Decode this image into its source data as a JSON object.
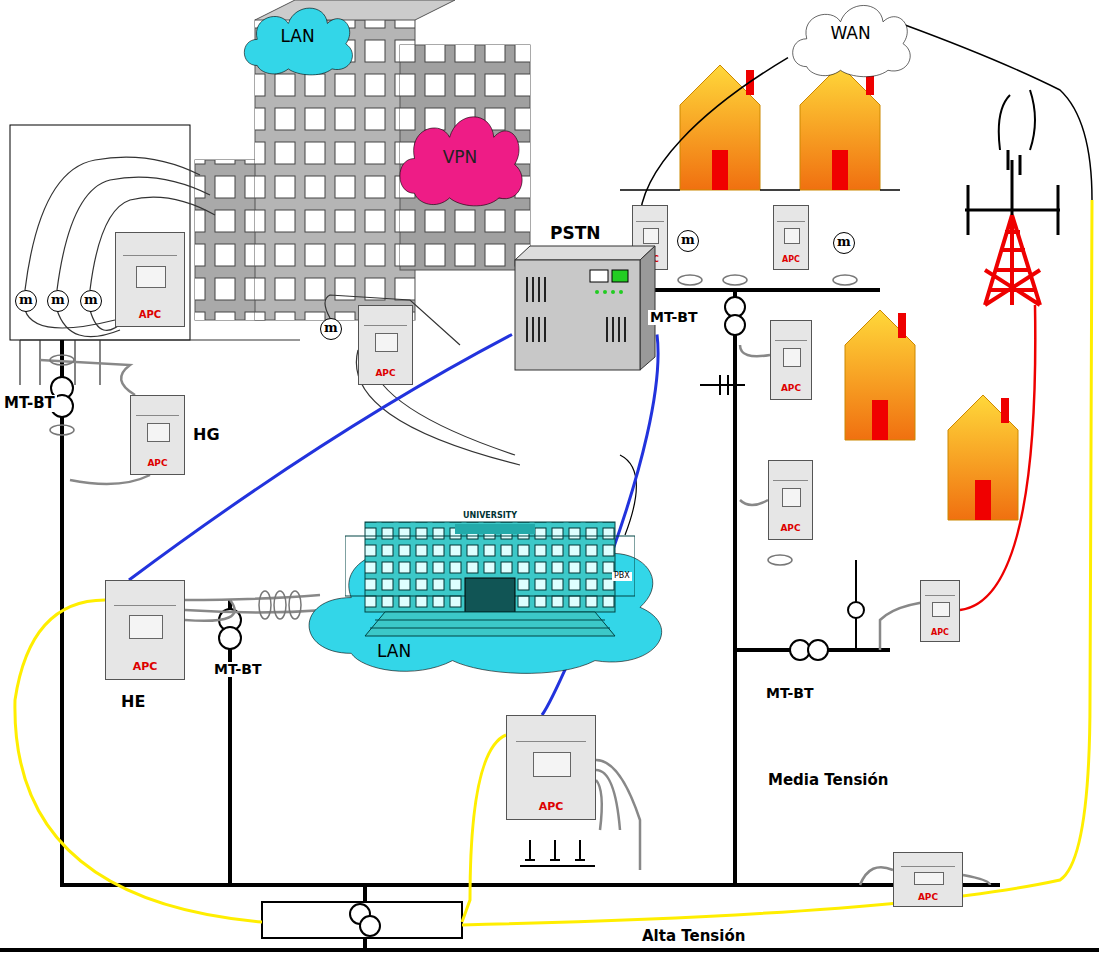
{
  "diagram": {
    "nodes": [
      {
        "text": [
          "LAN"
        ]
      },
      {
        "text": [
          "VPN"
        ]
      },
      {
        "text": [
          "WAN"
        ]
      },
      {
        "text": [
          "m"
        ]
      },
      {
        "text": [
          "m"
        ]
      },
      {
        "text": [
          "m"
        ]
      },
      {
        "text": [
          "APC"
        ]
      },
      {
        "text": [
          "m"
        ]
      },
      {
        "text": [
          "APC"
        ]
      },
      {
        "text": [
          "APC"
        ]
      },
      {
        "text": [
          "m"
        ]
      },
      {
        "text": [
          "APC"
        ]
      },
      {
        "text": [
          "m"
        ]
      },
      {
        "text": [
          "PSTN"
        ]
      },
      {
        "text": [
          "APC"
        ]
      },
      {
        "text": [
          "HG",
          "APC"
        ]
      },
      {
        "text": [
          "LAN"
        ]
      },
      {
        "text": [
          "UNIVERSITY"
        ]
      },
      {
        "text": [
          "APC",
          "HE"
        ]
      },
      {
        "text": [
          "APC"
        ]
      },
      {
        "text": [
          "APC"
        ]
      },
      {
        "text": [
          "APC"
        ]
      },
      {
        "text": [
          "APC"
        ]
      }
    ],
    "edges": [
      {
        "from": 13,
        "to": 18,
        "arrow": "none"
      },
      {
        "from": 13,
        "to": 21,
        "arrow": "none"
      },
      {
        "from": 2,
        "to": 13,
        "arrow": "none"
      }
    ],
    "labels": [
      "MT-BT",
      "MT-BT",
      "MT-BT",
      "MT-BT",
      "PBX",
      "Media Tensión",
      "Alta Tensión"
    ]
  }
}
